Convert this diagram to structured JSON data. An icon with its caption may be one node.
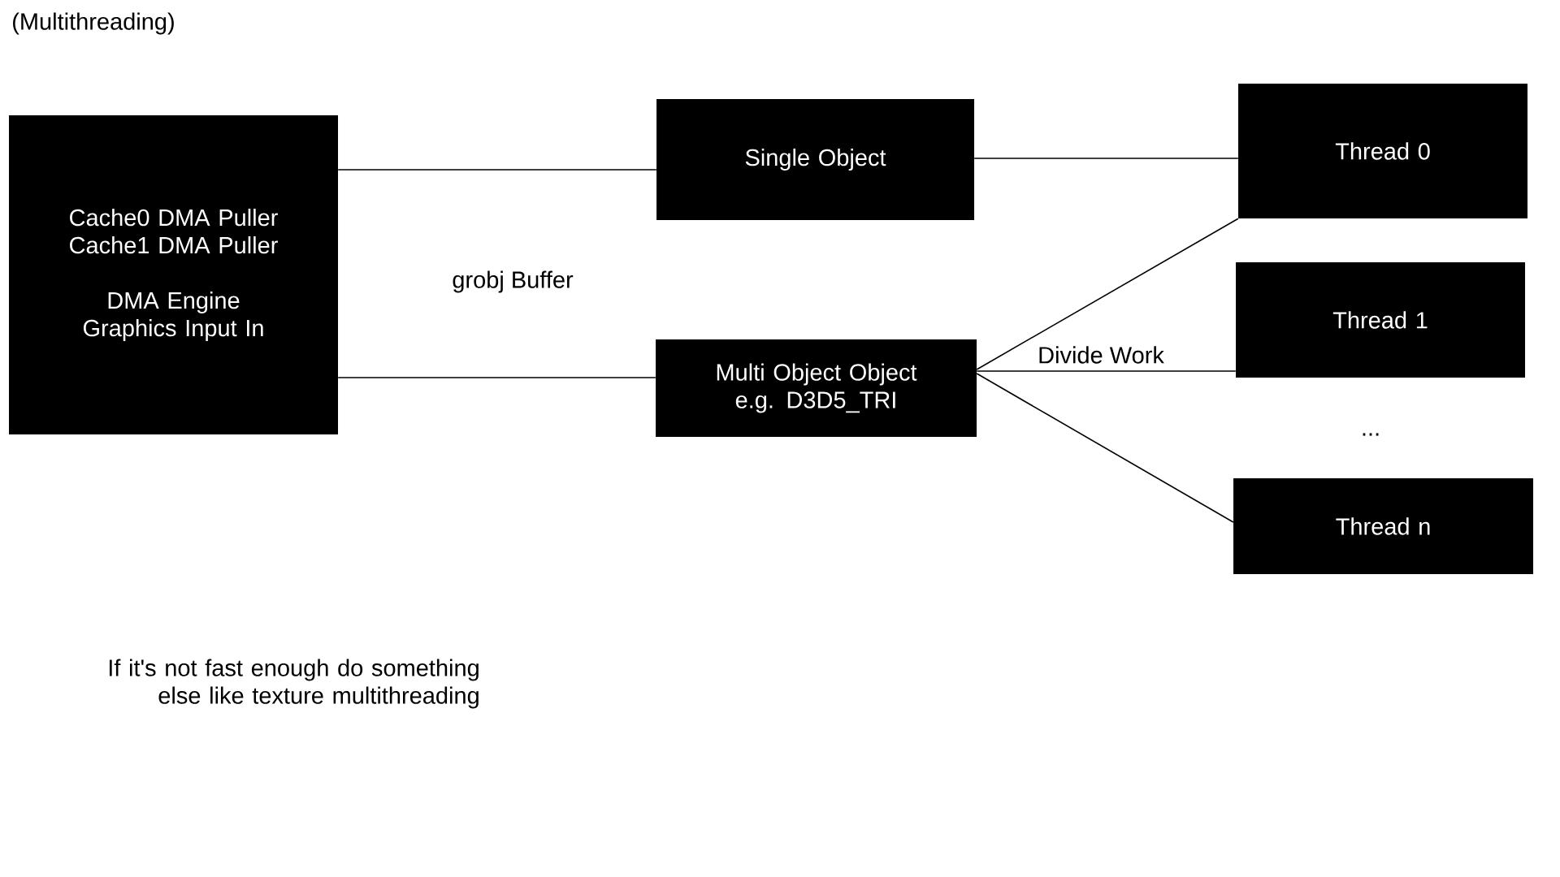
{
  "diagram": {
    "title": "(Multithreading)",
    "nodes": [
      {
        "text": [
          "Cache0 DMA Puller Cache1 DMA Puller",
          "DMA Engine Graphics Input In"
        ]
      },
      {
        "text": [
          "Single Object"
        ]
      },
      {
        "text": [
          "Multi Object Object e.g. D3D5_TRI"
        ]
      },
      {
        "text": [
          "Thread 0"
        ]
      },
      {
        "text": [
          "Thread 1"
        ]
      },
      {
        "text": [
          "Thread n"
        ]
      }
    ],
    "edges": [
      {
        "from": 0,
        "to": 1,
        "arrow": "none"
      },
      {
        "from": 0,
        "to": 2,
        "arrow": "none"
      },
      {
        "from": 1,
        "to": 3,
        "arrow": "none"
      },
      {
        "from": 2,
        "to": 3,
        "arrow": "none"
      },
      {
        "from": 2,
        "to": 4,
        "arrow": "none",
        "label": "Divide Work"
      },
      {
        "from": 2,
        "to": 5,
        "arrow": "none"
      }
    ],
    "labels": [
      "grobj Buffer",
      "...",
      "If it's not fast enough do something else like texture multithreading"
    ]
  }
}
